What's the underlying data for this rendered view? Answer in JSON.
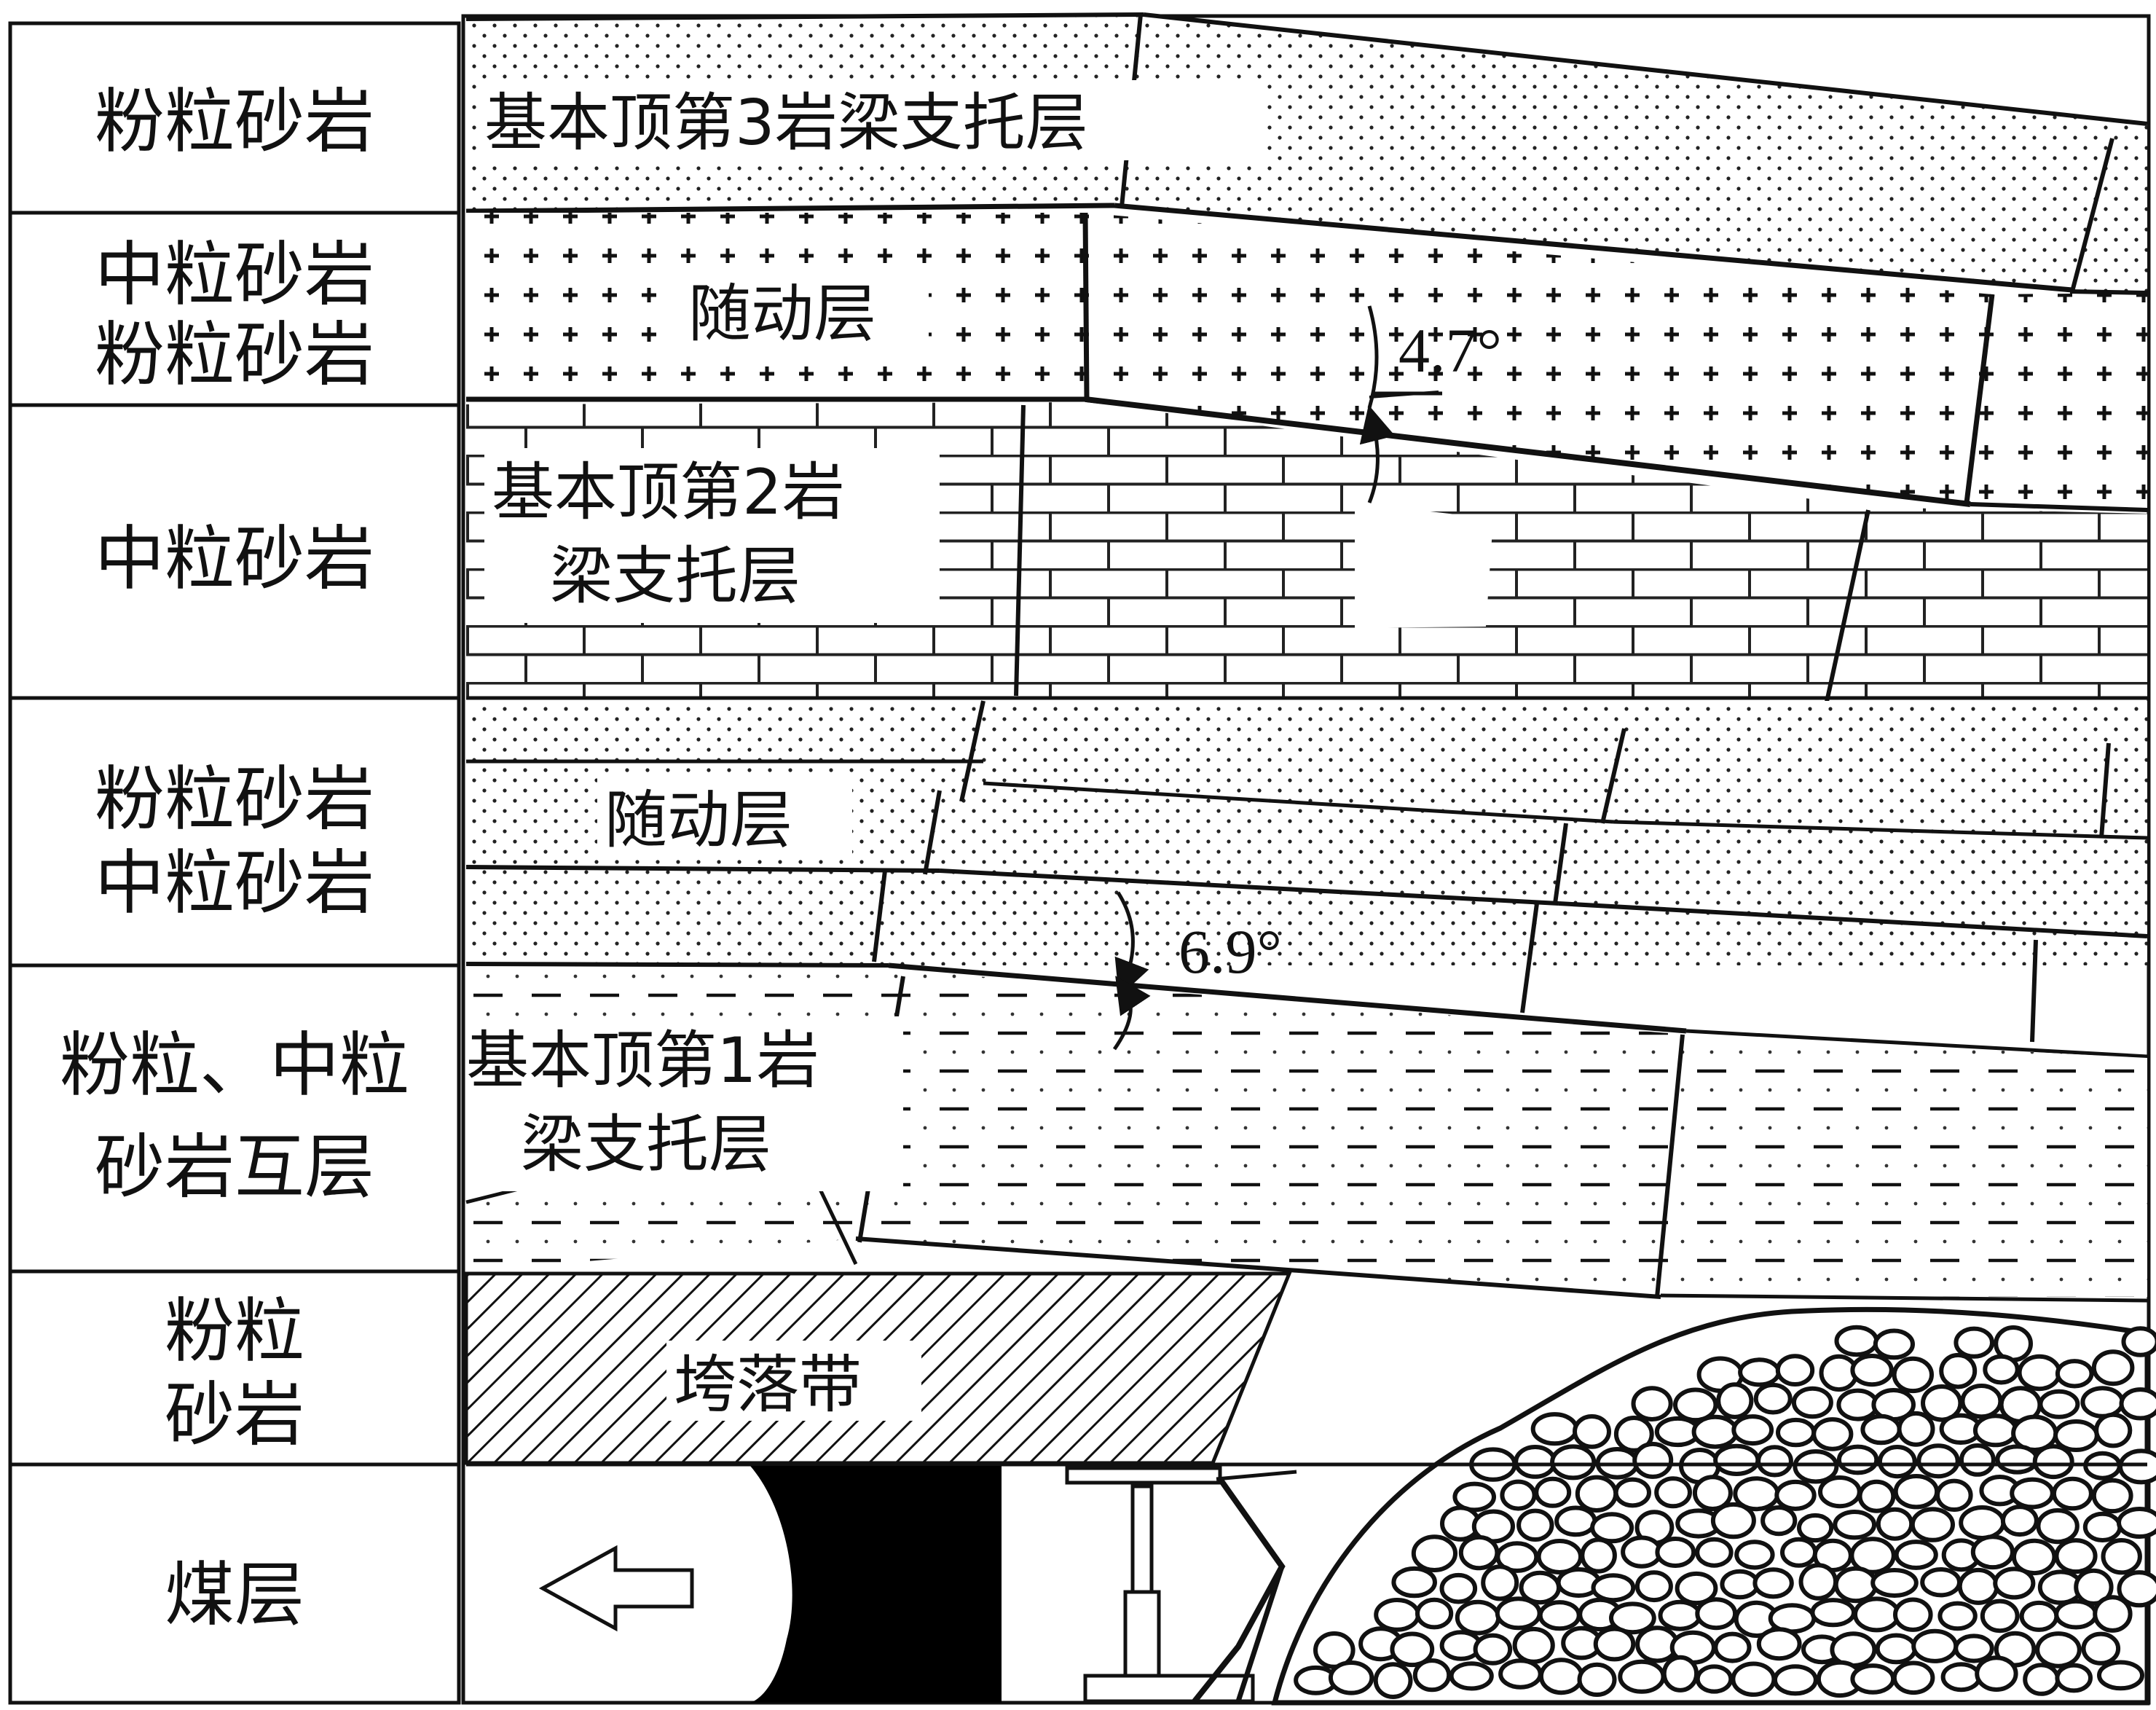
{
  "legend_column": {
    "rows": [
      {
        "lines": [
          "粉粒砂岩"
        ]
      },
      {
        "lines": [
          "中粒砂岩",
          "粉粒砂岩"
        ]
      },
      {
        "lines": [
          "中粒砂岩"
        ]
      },
      {
        "lines": [
          "粉粒砂岩",
          "中粒砂岩"
        ]
      },
      {
        "lines": [
          "粉粒、中粒",
          "砂岩互层"
        ]
      },
      {
        "lines": [
          "粉粒",
          "砂岩"
        ]
      },
      {
        "lines": [
          "煤层"
        ]
      }
    ]
  },
  "section": {
    "layer_labels": {
      "main_roof_3": "基本顶第3岩梁支托层",
      "follow_upper": "随动层",
      "main_roof_2_line1": "基本顶第2岩",
      "main_roof_2_line2": "梁支托层",
      "follow_lower": "随动层",
      "main_roof_1_line1": "基本顶第1岩",
      "main_roof_1_line2": "梁支托层",
      "caving_zone": "垮落带"
    },
    "angles": {
      "upper": "4.7°",
      "lower": "6.9°"
    },
    "advance_arrow_icon": "left-arrow-icon"
  },
  "colors": {
    "line": "#111111",
    "background": "#ffffff",
    "coal_face": "#000000"
  }
}
